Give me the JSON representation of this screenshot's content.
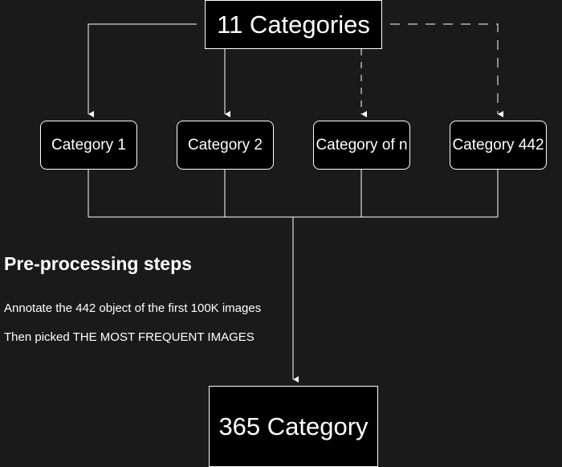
{
  "diagram": {
    "top_node": "11 Categories",
    "categories": [
      "Category 1",
      "Category 2",
      "Category of n",
      "Category 442"
    ],
    "bottom_node": "365 Category",
    "notes": {
      "heading": "Pre-processing steps",
      "lines": [
        "Annotate the 442 object of the first 100K images",
        "Then picked THE MOST FREQUENT IMAGES"
      ]
    },
    "colors": {
      "background": "#1a1a1a",
      "node_fill": "#000000",
      "stroke": "#ffffff",
      "text": "#ffffff"
    }
  }
}
